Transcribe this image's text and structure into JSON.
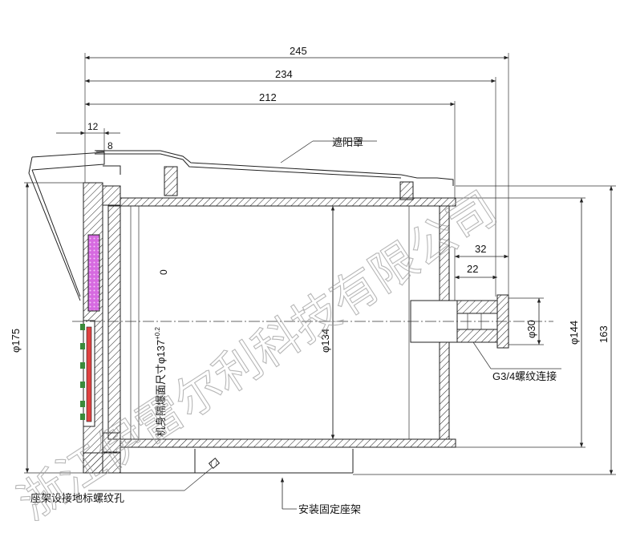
{
  "dimensions": {
    "d245": "245",
    "d234": "234",
    "d212": "212",
    "d12": "12",
    "d8": "8",
    "d32": "32",
    "d22": "22",
    "d175": "φ175",
    "d134": "φ134",
    "d30": "φ30",
    "d144": "φ144",
    "d163": "163"
  },
  "labels": {
    "sunshade": "遮阳罩",
    "thread": "G3/4螺纹连接",
    "bore": "机身隔爆面尺寸φ137",
    "bore_sup": "+0.2",
    "bore_sub": "0",
    "ground_hole": "座架设接地标螺纹孔",
    "mount": "安装固定座架"
  },
  "watermark": "浙江伊雷尔利科技有限公司",
  "colors": {
    "line": "#222222",
    "window": "#d66ae0",
    "board": "#e04040",
    "watermark": "#9a9a9a"
  }
}
